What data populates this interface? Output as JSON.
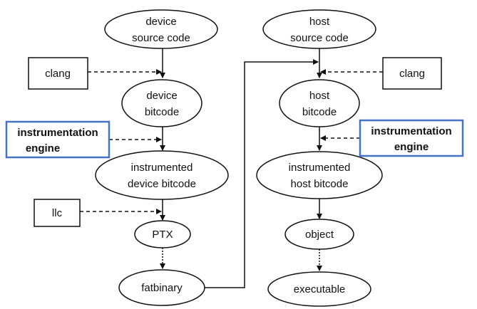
{
  "device": {
    "source": [
      "device",
      "source code"
    ],
    "bitcode": [
      "device",
      "bitcode"
    ],
    "instrumented": [
      "instrumented",
      "device bitcode"
    ],
    "ptx": "PTX",
    "fatbinary": "fatbinary",
    "clang": "clang",
    "engine": [
      "instrumentation",
      "engine"
    ],
    "llc": "llc"
  },
  "host": {
    "source": [
      "host",
      "source code"
    ],
    "bitcode": [
      "host",
      "bitcode"
    ],
    "instrumented": [
      "instrumented",
      "host bitcode"
    ],
    "object": "object",
    "executable": "executable",
    "clang": "clang",
    "engine": [
      "instrumentation",
      "engine"
    ]
  },
  "colors": {
    "highlight_border": "#4472c4",
    "stroke": "#111111"
  }
}
